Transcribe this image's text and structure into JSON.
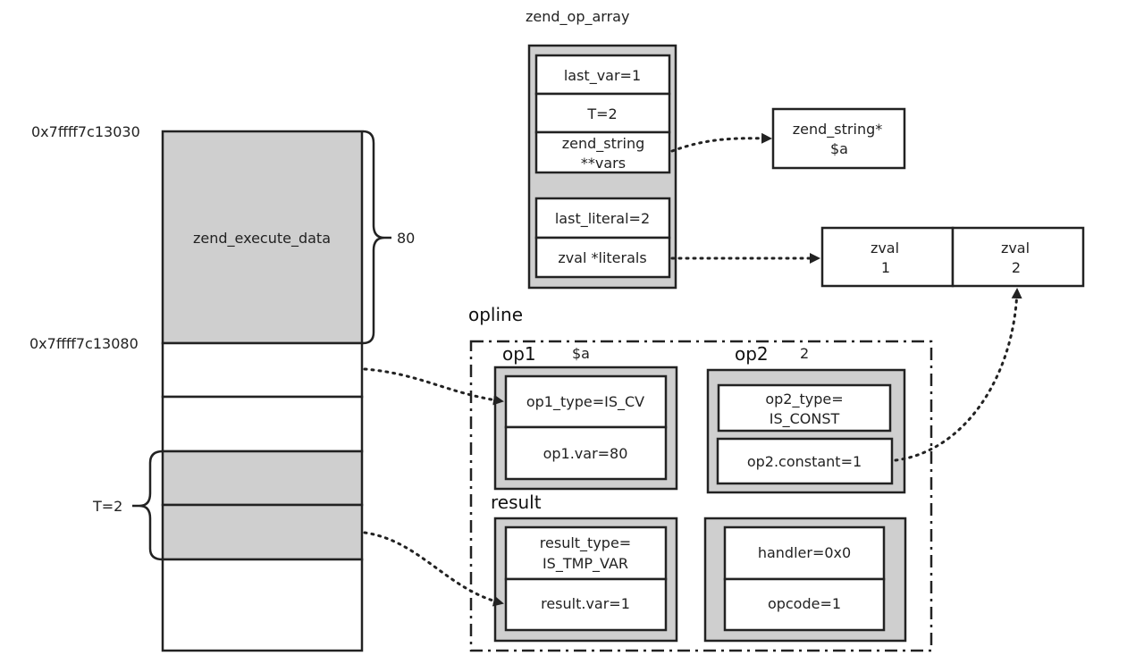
{
  "stack": {
    "addr_top": "0x7ffff7c13030",
    "addr_bottom": "0x7ffff7c13080",
    "execute_data_label": "zend_execute_data",
    "size_label": "80",
    "temp_label": "T=2"
  },
  "op_array": {
    "title": "zend_op_array",
    "fields": [
      "last_var=1",
      "T=2",
      "zend_string",
      "**vars",
      "last_literal=2",
      "zval *literals"
    ]
  },
  "zend_string_box": {
    "line1": "zend_string*",
    "line2": "$a"
  },
  "literals": [
    {
      "line1": "zval",
      "line2": "1"
    },
    {
      "line1": "zval",
      "line2": "2"
    }
  ],
  "opline": {
    "title": "opline",
    "op1": {
      "label": "op1",
      "note": "$a",
      "type": "op1_type=IS_CV",
      "value": "op1.var=80"
    },
    "op2": {
      "label": "op2",
      "note": "2",
      "type_line1": "op2_type=",
      "type_line2": "IS_CONST",
      "value": "op2.constant=1"
    },
    "result": {
      "label": "result",
      "type_line1": "result_type=",
      "type_line2": "IS_TMP_VAR",
      "value": "result.var=1"
    },
    "misc": {
      "handler": "handler=0x0",
      "opcode": "opcode=1"
    }
  },
  "colors": {
    "gray_fill": "#cfcfcf",
    "stroke": "#222222"
  }
}
